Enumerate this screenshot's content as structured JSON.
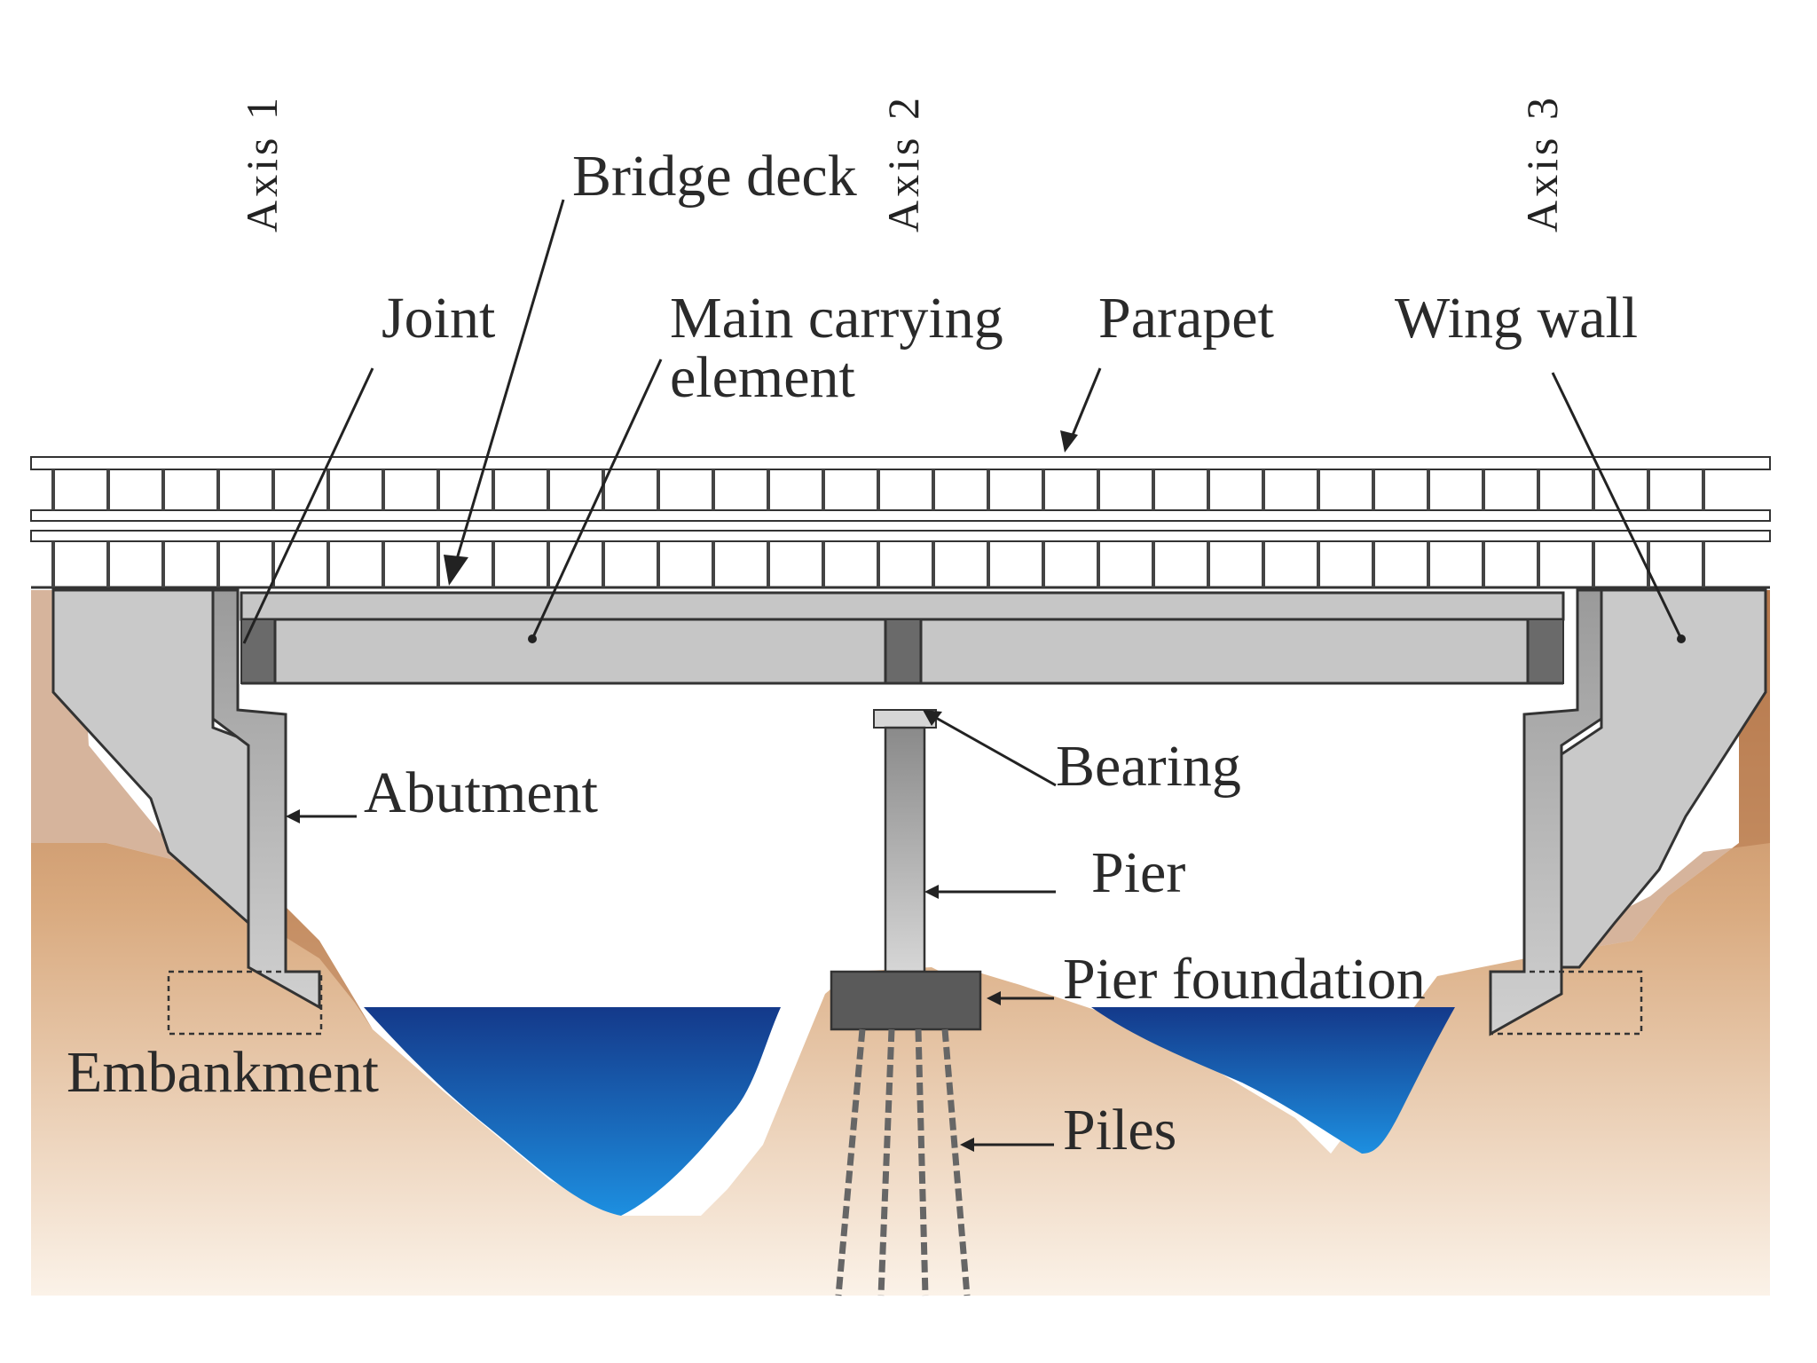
{
  "axes": {
    "axis1": "Axis 1",
    "axis2": "Axis 2",
    "axis3": "Axis 3"
  },
  "labels": {
    "bridge_deck": "Bridge deck",
    "joint": "Joint",
    "main_carrying_line1": "Main carrying",
    "main_carrying_line2": "element",
    "parapet": "Parapet",
    "wing_wall": "Wing wall",
    "bearing": "Bearing",
    "abutment": "Abutment",
    "pier": "Pier",
    "pier_foundation": "Pier foundation",
    "embankment": "Embankment",
    "piles": "Piles"
  },
  "colors": {
    "soil_top": "#b77a4a",
    "soil_bottom": "#f6e9d8",
    "water_top": "#163b8c",
    "water_bottom": "#1e8ad8",
    "concrete": "#c8c8c8",
    "concrete_dark": "#5a5a5a"
  }
}
